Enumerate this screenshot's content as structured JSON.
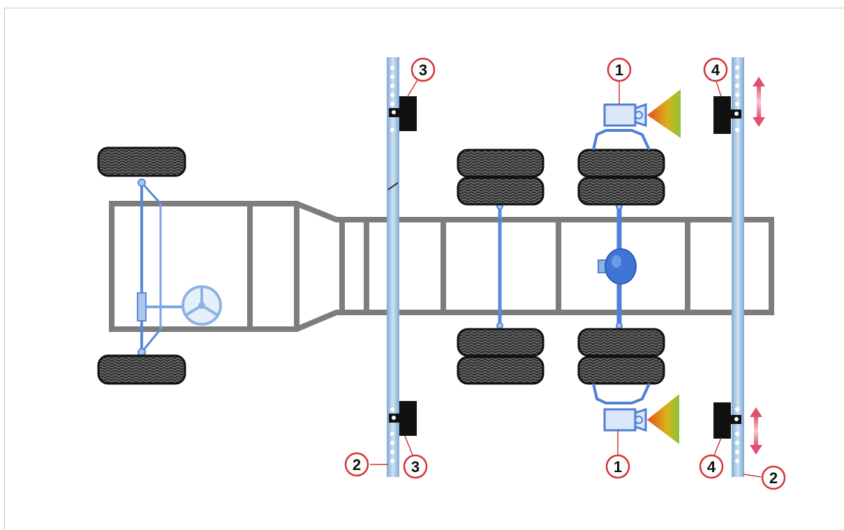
{
  "callouts": [
    {
      "id": "callout-1-top",
      "text": "1"
    },
    {
      "id": "callout-1-bottom",
      "text": "1"
    },
    {
      "id": "callout-2-left",
      "text": "2"
    },
    {
      "id": "callout-2-right",
      "text": "2"
    },
    {
      "id": "callout-3-top",
      "text": "3"
    },
    {
      "id": "callout-3-bottom",
      "text": "3"
    },
    {
      "id": "callout-4-top",
      "text": "4"
    },
    {
      "id": "callout-4-bottom",
      "text": "4"
    }
  ],
  "colors": {
    "frame": "#7d7d7d",
    "axle": "#5a8ad6",
    "bar": "#9cc4e4",
    "sensor": "#111111",
    "camera": "#4f7fd6",
    "callout_ring": "#d43434",
    "arrow": "#e0506f"
  },
  "icons": [
    "tire-icon",
    "camera-icon",
    "sensor-icon",
    "steering-wheel-icon",
    "double-arrow-icon",
    "differential-icon"
  ]
}
